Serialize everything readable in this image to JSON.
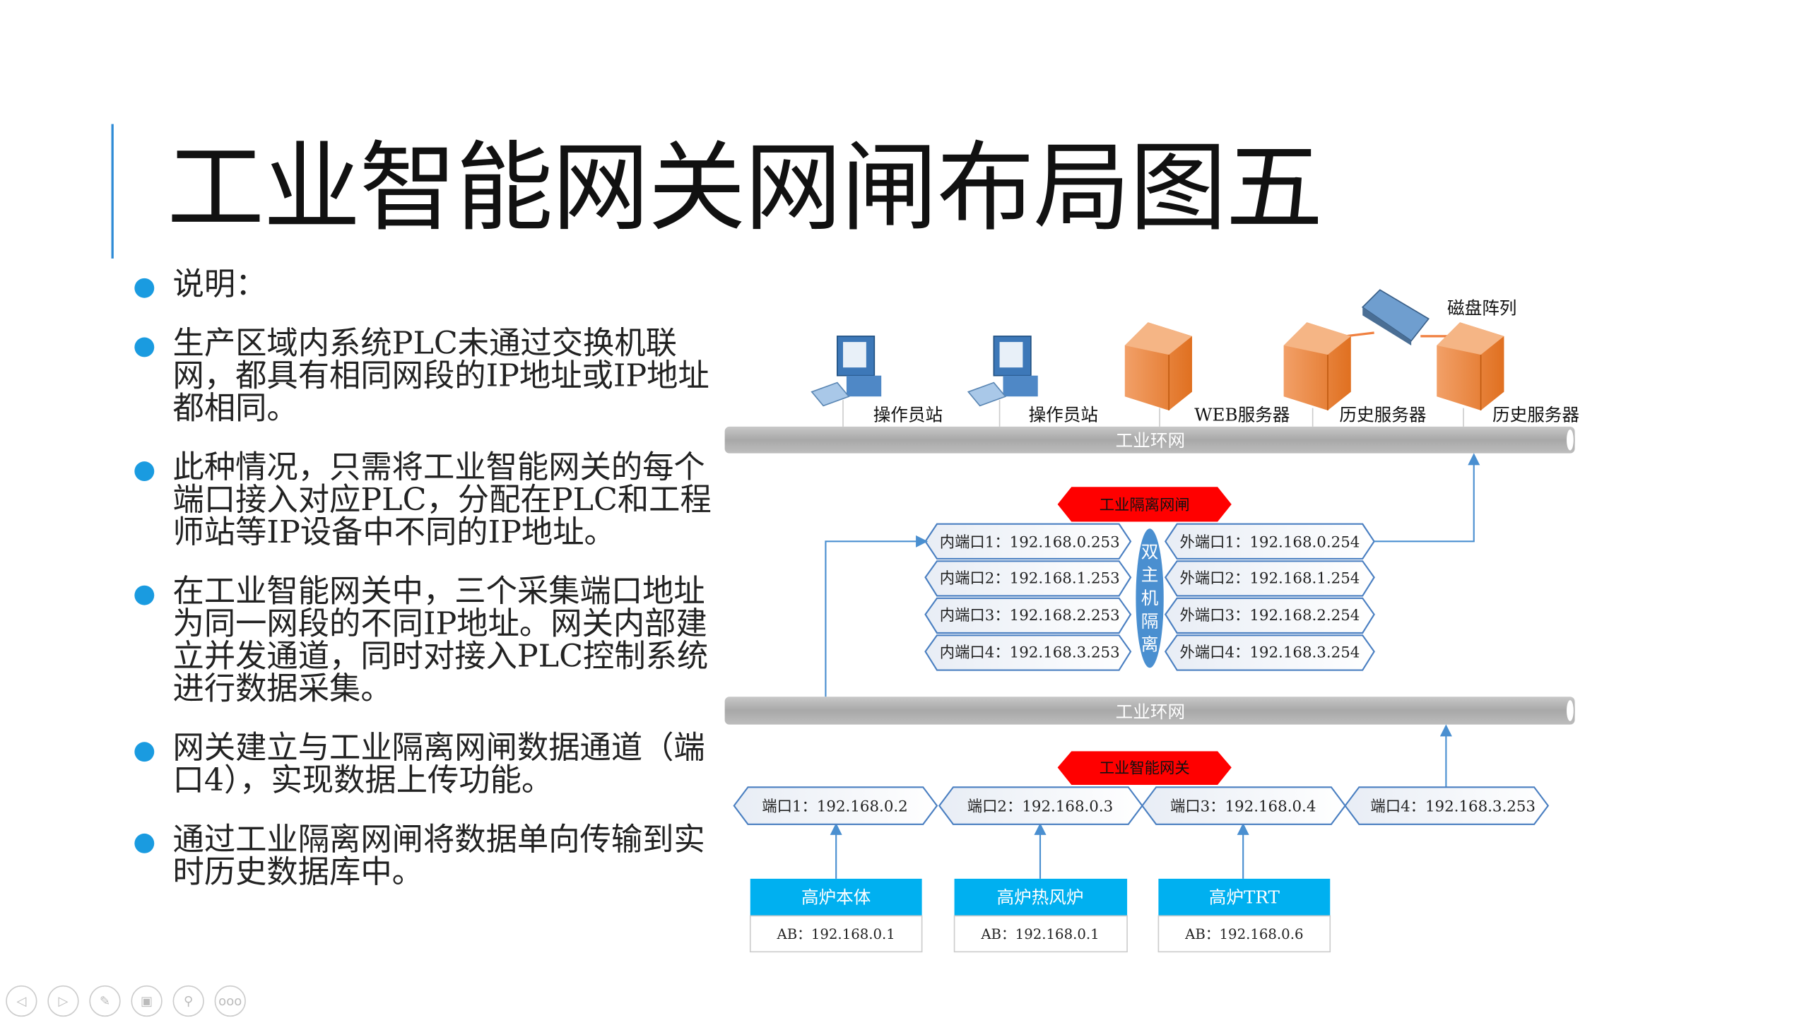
{
  "title": "工业智能网关网闸布局图五",
  "bullets": [
    "说明：",
    "生产区域内系统PLC未通过交换机联网，都具有相同网段的IP地址或IP地址都相同。",
    "此种情况，只需将工业智能网关的每个端口接入对应PLC，分配在PLC和工程师站等IP设备中不同的IP地址。",
    "在工业智能网关中，三个采集端口地址为同一网段的不同IP地址。网关内部建立并发通道，同时对接入PLC控制系统进行数据采集。",
    "网关建立与工业隔离网闸数据通道（端口4），实现数据上传功能。",
    "通过工业隔离网闸将数据单向传输到实时历史数据库中。"
  ],
  "diagram": {
    "top_nodes": [
      "操作员站",
      "操作员站",
      "WEB服务器",
      "历史服务器",
      "历史服务器"
    ],
    "disk_array": "磁盘阵列",
    "ring_top": "工业环网",
    "ring_bottom": "工业环网",
    "gatekeeper": "工业隔离网闸",
    "isolation": [
      "双",
      "主",
      "机",
      "隔",
      "离"
    ],
    "inner_ports": [
      "内端口1：192.168.0.253",
      "内端口2：192.168.1.253",
      "内端口3：192.168.2.253",
      "内端口4：192.168.3.253"
    ],
    "outer_ports": [
      "外端口1：192.168.0.254",
      "外端口2：192.168.1.254",
      "外端口3：192.168.2.254",
      "外端口4：192.168.3.254"
    ],
    "gateway": "工业智能网关",
    "gateway_ports": [
      "端口1：192.168.0.2",
      "端口2：192.168.0.3",
      "端口3：192.168.0.4",
      "端口4：192.168.3.253"
    ],
    "plcs": [
      {
        "name": "高炉本体",
        "ip": "AB：192.168.0.1"
      },
      {
        "name": "高炉热风炉",
        "ip": "AB：192.168.0.1"
      },
      {
        "name": "高炉TRT",
        "ip": "AB：192.168.0.6"
      }
    ]
  },
  "nav_icons": [
    "prev-icon",
    "next-icon",
    "pen-icon",
    "slides-icon",
    "zoom-icon",
    "more-icon"
  ],
  "colors": {
    "accent": "#2e8bd6",
    "red": "#ff0000",
    "plc_header": "#00b0f0",
    "port_stroke": "#4a7fc1",
    "server": "#e8782a"
  }
}
